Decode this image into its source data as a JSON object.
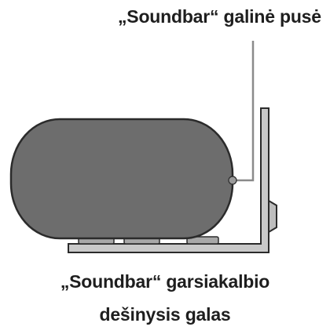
{
  "labels": {
    "rear_side": "„Soundbar“ galinė pusė",
    "right_end_line1": "„Soundbar“ garsiakalbio",
    "right_end_line2": "dešinysis galas"
  },
  "colors": {
    "soundbar_fill": "#6d6d6d",
    "soundbar_stroke": "#2b2b2b",
    "bracket_fill": "#c9c9c9",
    "bracket_stroke": "#2b2b2b",
    "leader_line": "#8a8a8a",
    "text": "#1e1e1e"
  }
}
